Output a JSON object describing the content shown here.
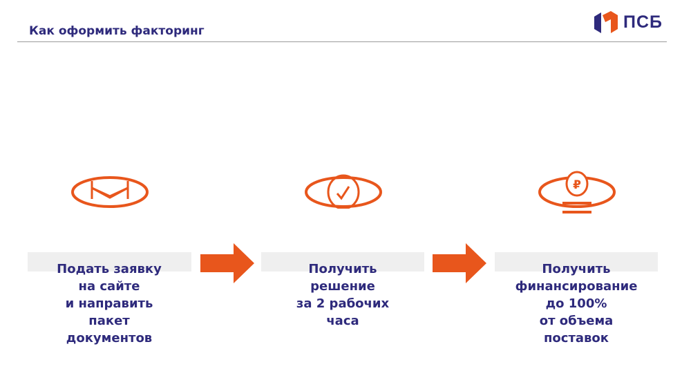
{
  "header": {
    "title": "Как оформить факторинг",
    "logo_text": "ПСБ"
  },
  "steps": [
    {
      "icon": "envelope-icon",
      "lines": [
        "Подать заявку",
        "на сайте",
        "и направить",
        "пакет",
        "документов"
      ]
    },
    {
      "icon": "checkmark-icon",
      "lines": [
        "Получить",
        "решение",
        "за 2 рабочих",
        "часа"
      ]
    },
    {
      "icon": "ruble-coin-icon",
      "lines": [
        "Получить",
        "финансирование",
        "до 100%",
        "от объема",
        "поставок"
      ]
    }
  ],
  "colors": {
    "accent": "#e8561c",
    "text": "#2e2a7c",
    "box": "#efefef"
  }
}
